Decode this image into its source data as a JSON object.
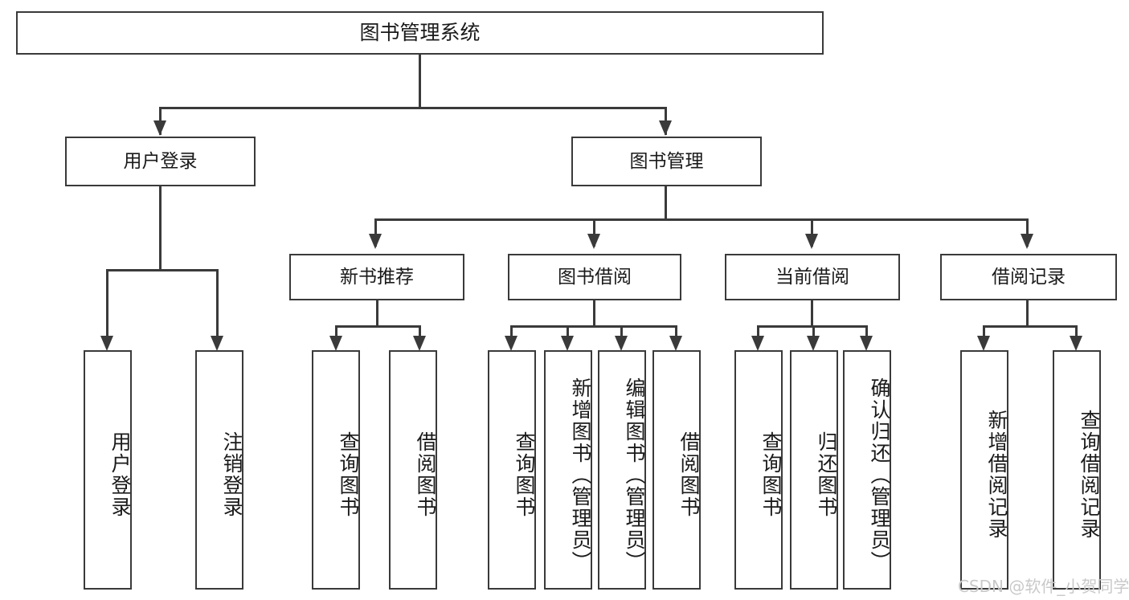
{
  "diagram": {
    "type": "tree-hierarchy-functional-decomposition",
    "root": {
      "id": "root",
      "label": "图书管理系统"
    },
    "level1": [
      {
        "id": "user-login",
        "label": "用户登录"
      },
      {
        "id": "book-management",
        "label": "图书管理"
      }
    ],
    "level2": [
      {
        "id": "new-book-recommend",
        "label": "新书推荐"
      },
      {
        "id": "book-borrow",
        "label": "图书借阅"
      },
      {
        "id": "current-borrow",
        "label": "当前借阅"
      },
      {
        "id": "borrow-record",
        "label": "借阅记录"
      }
    ],
    "leaves": {
      "user_login": [
        {
          "id": "leaf-user-login",
          "label": "用户登录"
        },
        {
          "id": "leaf-logout-login",
          "label": "注销登录"
        }
      ],
      "new_book_recommend": [
        {
          "id": "leaf-query-book-1",
          "label": "查询图书"
        },
        {
          "id": "leaf-borrow-book-1",
          "label": "借阅图书"
        }
      ],
      "book_borrow": [
        {
          "id": "leaf-query-book-2",
          "label": "查询图书"
        },
        {
          "id": "leaf-add-book",
          "label": "新增图书（管理员）"
        },
        {
          "id": "leaf-edit-book",
          "label": "编辑图书（管理员）"
        },
        {
          "id": "leaf-borrow-book-2",
          "label": "借阅图书"
        }
      ],
      "current_borrow": [
        {
          "id": "leaf-query-book-3",
          "label": "查询图书"
        },
        {
          "id": "leaf-return-book",
          "label": "归还图书"
        },
        {
          "id": "leaf-confirm-return",
          "label": "确认归还（管理员）"
        }
      ],
      "borrow_record": [
        {
          "id": "leaf-add-record",
          "label": "新增借阅记录"
        },
        {
          "id": "leaf-query-record",
          "label": "查询借阅记录"
        }
      ]
    }
  },
  "watermark": {
    "text": "CSDN @软件_小贺同学"
  },
  "colors": {
    "stroke": "#3a3a3a",
    "text": "#1a1a1a",
    "background": "#ffffff",
    "watermark": "#c9c9c9"
  }
}
